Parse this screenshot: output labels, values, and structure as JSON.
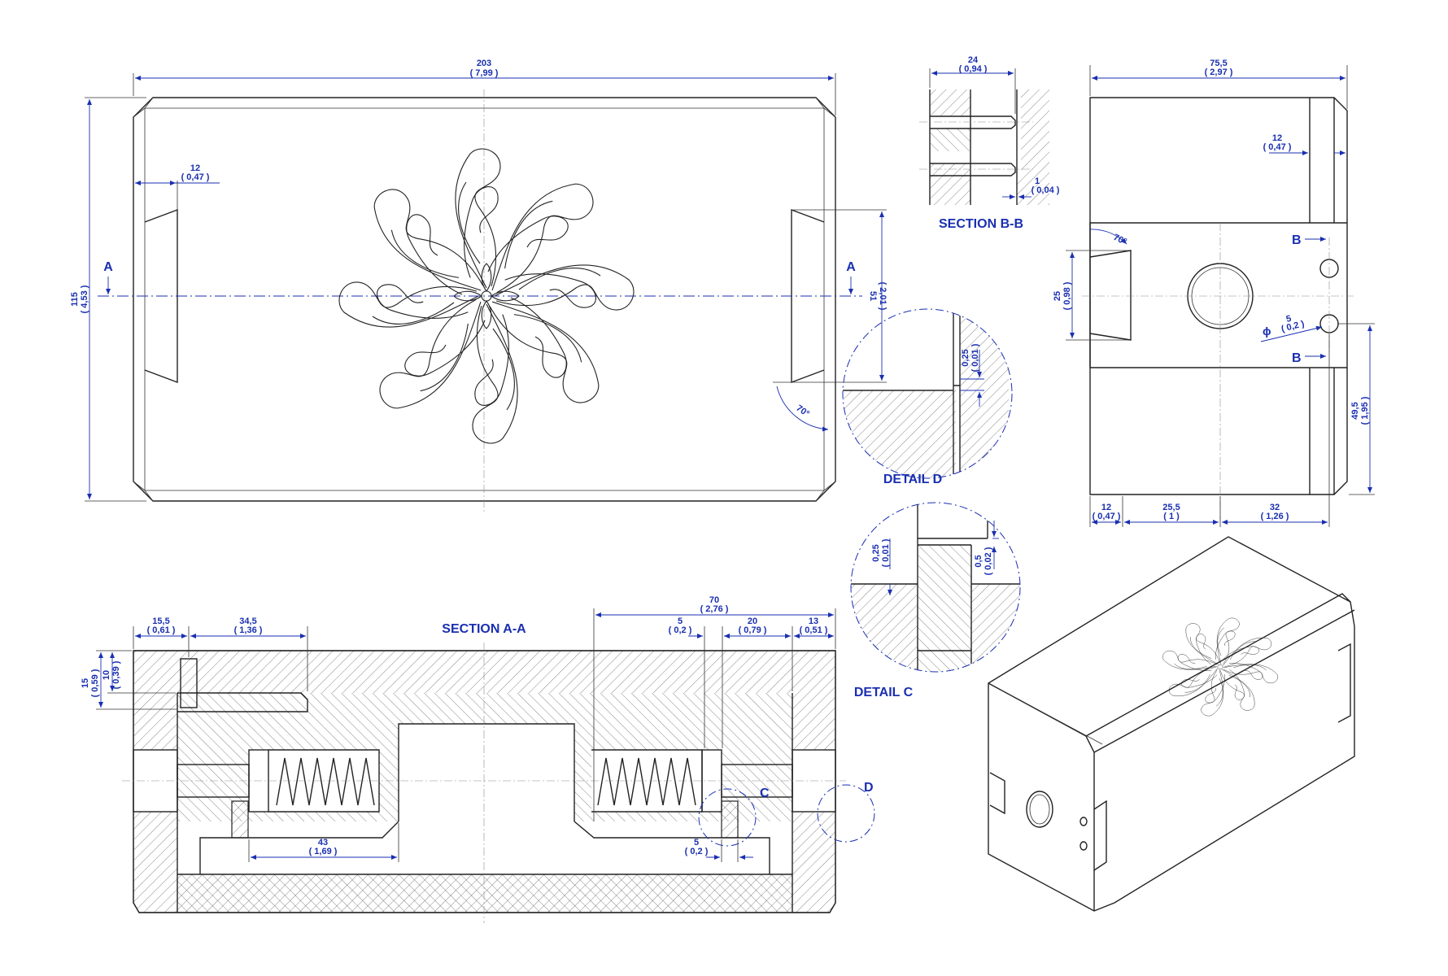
{
  "colors": {
    "dimension": "#1a2fb0",
    "outline": "#222222",
    "background": "#ffffff"
  },
  "top_view": {
    "width": "203",
    "width_in": "( 7,99 )",
    "height": "115",
    "height_in": "( 4,53 )",
    "wall": "12",
    "wall_in": "( 0,47 )",
    "slot": "51",
    "slot_in": "( 2,01 )",
    "angle": "70°",
    "section_left": "A",
    "section_right": "A"
  },
  "section_bb": {
    "title": "SECTION B-B",
    "width": "24",
    "width_in": "( 0,94 )",
    "gap": "1",
    "gap_in": "( 0,04 )"
  },
  "side_view": {
    "width": "75,5",
    "width_in": "( 2,97 )",
    "wall": "12",
    "wall_in": "( 0,47 )",
    "angle": "70°",
    "slot": "25",
    "slot_in": "( 0,98 )",
    "hole_dia_symbol": "ϕ",
    "hole": "5",
    "hole_in": "( 0,2 )",
    "height": "49,5",
    "height_in": "( 1,95 )",
    "b1": "12",
    "b1_in": "( 0,47 )",
    "b2": "25,5",
    "b2_in": "( 1 )",
    "b3": "32",
    "b3_in": "( 1,26 )",
    "section_top": "B",
    "section_bottom": "B"
  },
  "detail_d": {
    "title": "DETAIL D",
    "gap": "0,25",
    "gap_in": "( 0,01 )"
  },
  "detail_c": {
    "title": "DETAIL C",
    "gap_a": "0,25",
    "gap_a_in": "( 0,01 )",
    "gap_b": "0,5",
    "gap_b_in": "( 0,02 )"
  },
  "section_aa": {
    "title": "SECTION A-A",
    "d1": "15,5",
    "d1_in": "( 0,61 )",
    "d2": "34,5",
    "d2_in": "( 1,36 )",
    "d3": "70",
    "d3_in": "( 2,76 )",
    "d4": "5",
    "d4_in": "( 0,2 )",
    "d5": "20",
    "d5_in": "( 0,79 )",
    "d6": "13",
    "d6_in": "( 0,51 )",
    "v1": "15",
    "v1_in": "( 0,59 )",
    "v2": "10",
    "v2_in": "( 0,39 )",
    "d7": "43",
    "d7_in": "( 1,69 )",
    "d8": "5",
    "d8_in": "( 0,2 )",
    "detail_c_mark": "C",
    "detail_d_mark": "D"
  }
}
